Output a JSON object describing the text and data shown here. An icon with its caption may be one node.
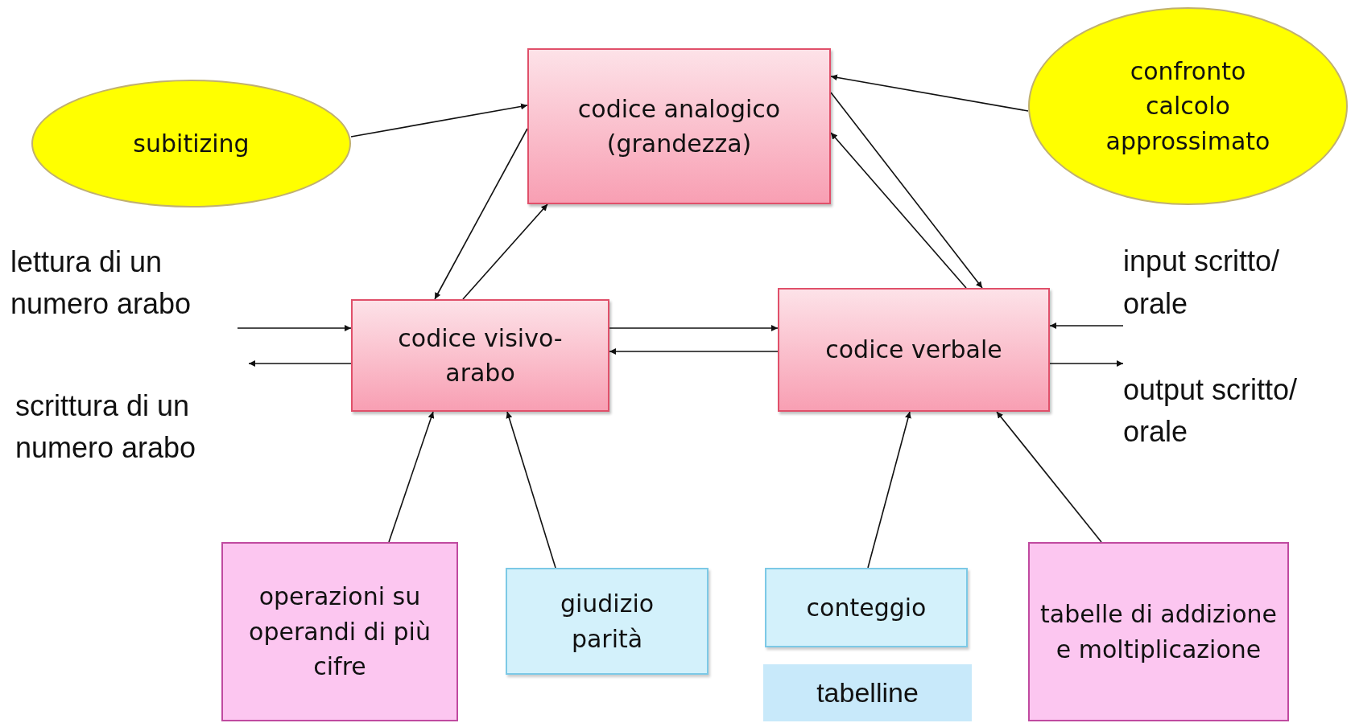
{
  "diagram": {
    "nodes": [
      {
        "text": [
          "subitizing"
        ]
      },
      {
        "text": [
          "codice analogico (grandezza)"
        ]
      },
      {
        "text": [
          "confronto calcolo approssimato"
        ]
      },
      {
        "text": [
          "lettura di un numero arabo"
        ]
      },
      {
        "text": [
          "codice visivo-arabo"
        ]
      },
      {
        "text": [
          "codice verbale"
        ]
      },
      {
        "text": [
          "input scritto/ orale"
        ]
      },
      {
        "text": [
          "scrittura di un numero arabo"
        ]
      },
      {
        "text": [
          "output scritto/ orale"
        ]
      },
      {
        "text": [
          "operazioni su operandi di più cifre"
        ]
      },
      {
        "text": [
          "giudizio parità"
        ]
      },
      {
        "text": [
          "conteggio"
        ]
      },
      {
        "text": [
          "tabelline"
        ]
      },
      {
        "text": [
          "tabelle di addizione e moltiplicazione"
        ]
      }
    ],
    "edges": [
      {
        "from": 0,
        "to": 1,
        "arrow": "to"
      },
      {
        "from": 2,
        "to": 1,
        "arrow": "to"
      },
      {
        "from": 1,
        "to": 4,
        "arrow": "to"
      },
      {
        "from": 4,
        "to": 1,
        "arrow": "to"
      },
      {
        "from": 1,
        "to": 5,
        "arrow": "to"
      },
      {
        "from": 5,
        "to": 1,
        "arrow": "to"
      },
      {
        "from": 3,
        "to": 4,
        "arrow": "to"
      },
      {
        "from": 4,
        "to": 7,
        "arrow": "to"
      },
      {
        "from": 4,
        "to": 5,
        "arrow": "to"
      },
      {
        "from": 5,
        "to": 4,
        "arrow": "to"
      },
      {
        "from": 6,
        "to": 5,
        "arrow": "to"
      },
      {
        "from": 5,
        "to": 8,
        "arrow": "to"
      },
      {
        "from": 9,
        "to": 4,
        "arrow": "to"
      },
      {
        "from": 10,
        "to": 4,
        "arrow": "to"
      },
      {
        "from": 11,
        "to": 5,
        "arrow": "to"
      },
      {
        "from": 13,
        "to": 5,
        "arrow": "to"
      }
    ]
  }
}
